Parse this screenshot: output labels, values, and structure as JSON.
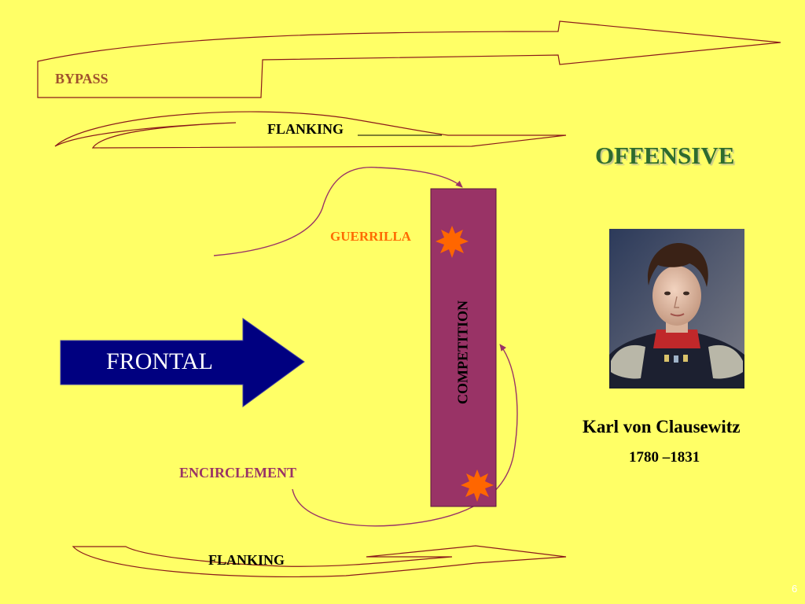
{
  "labels": {
    "bypass": "BYPASS",
    "flanking_top": "FLANKING",
    "flanking_bottom": "FLANKING",
    "offensive": "OFFENSIVE",
    "guerrilla": "GUERRILLA",
    "encirclement": "ENCIRCLEMENT",
    "frontal": "FRONTAL",
    "competition": "COMPETITION"
  },
  "portrait": {
    "name": "Karl von Clausewitz",
    "dates": "1780 –1831"
  },
  "slide_number": "6",
  "colors": {
    "background": "#ffff66",
    "arrow_outline": "#8b1a1a",
    "competition_bar": "#993366",
    "frontal_arrow": "#000080",
    "burst": "#ff6600",
    "offensive_text": "#2e6b2e"
  }
}
